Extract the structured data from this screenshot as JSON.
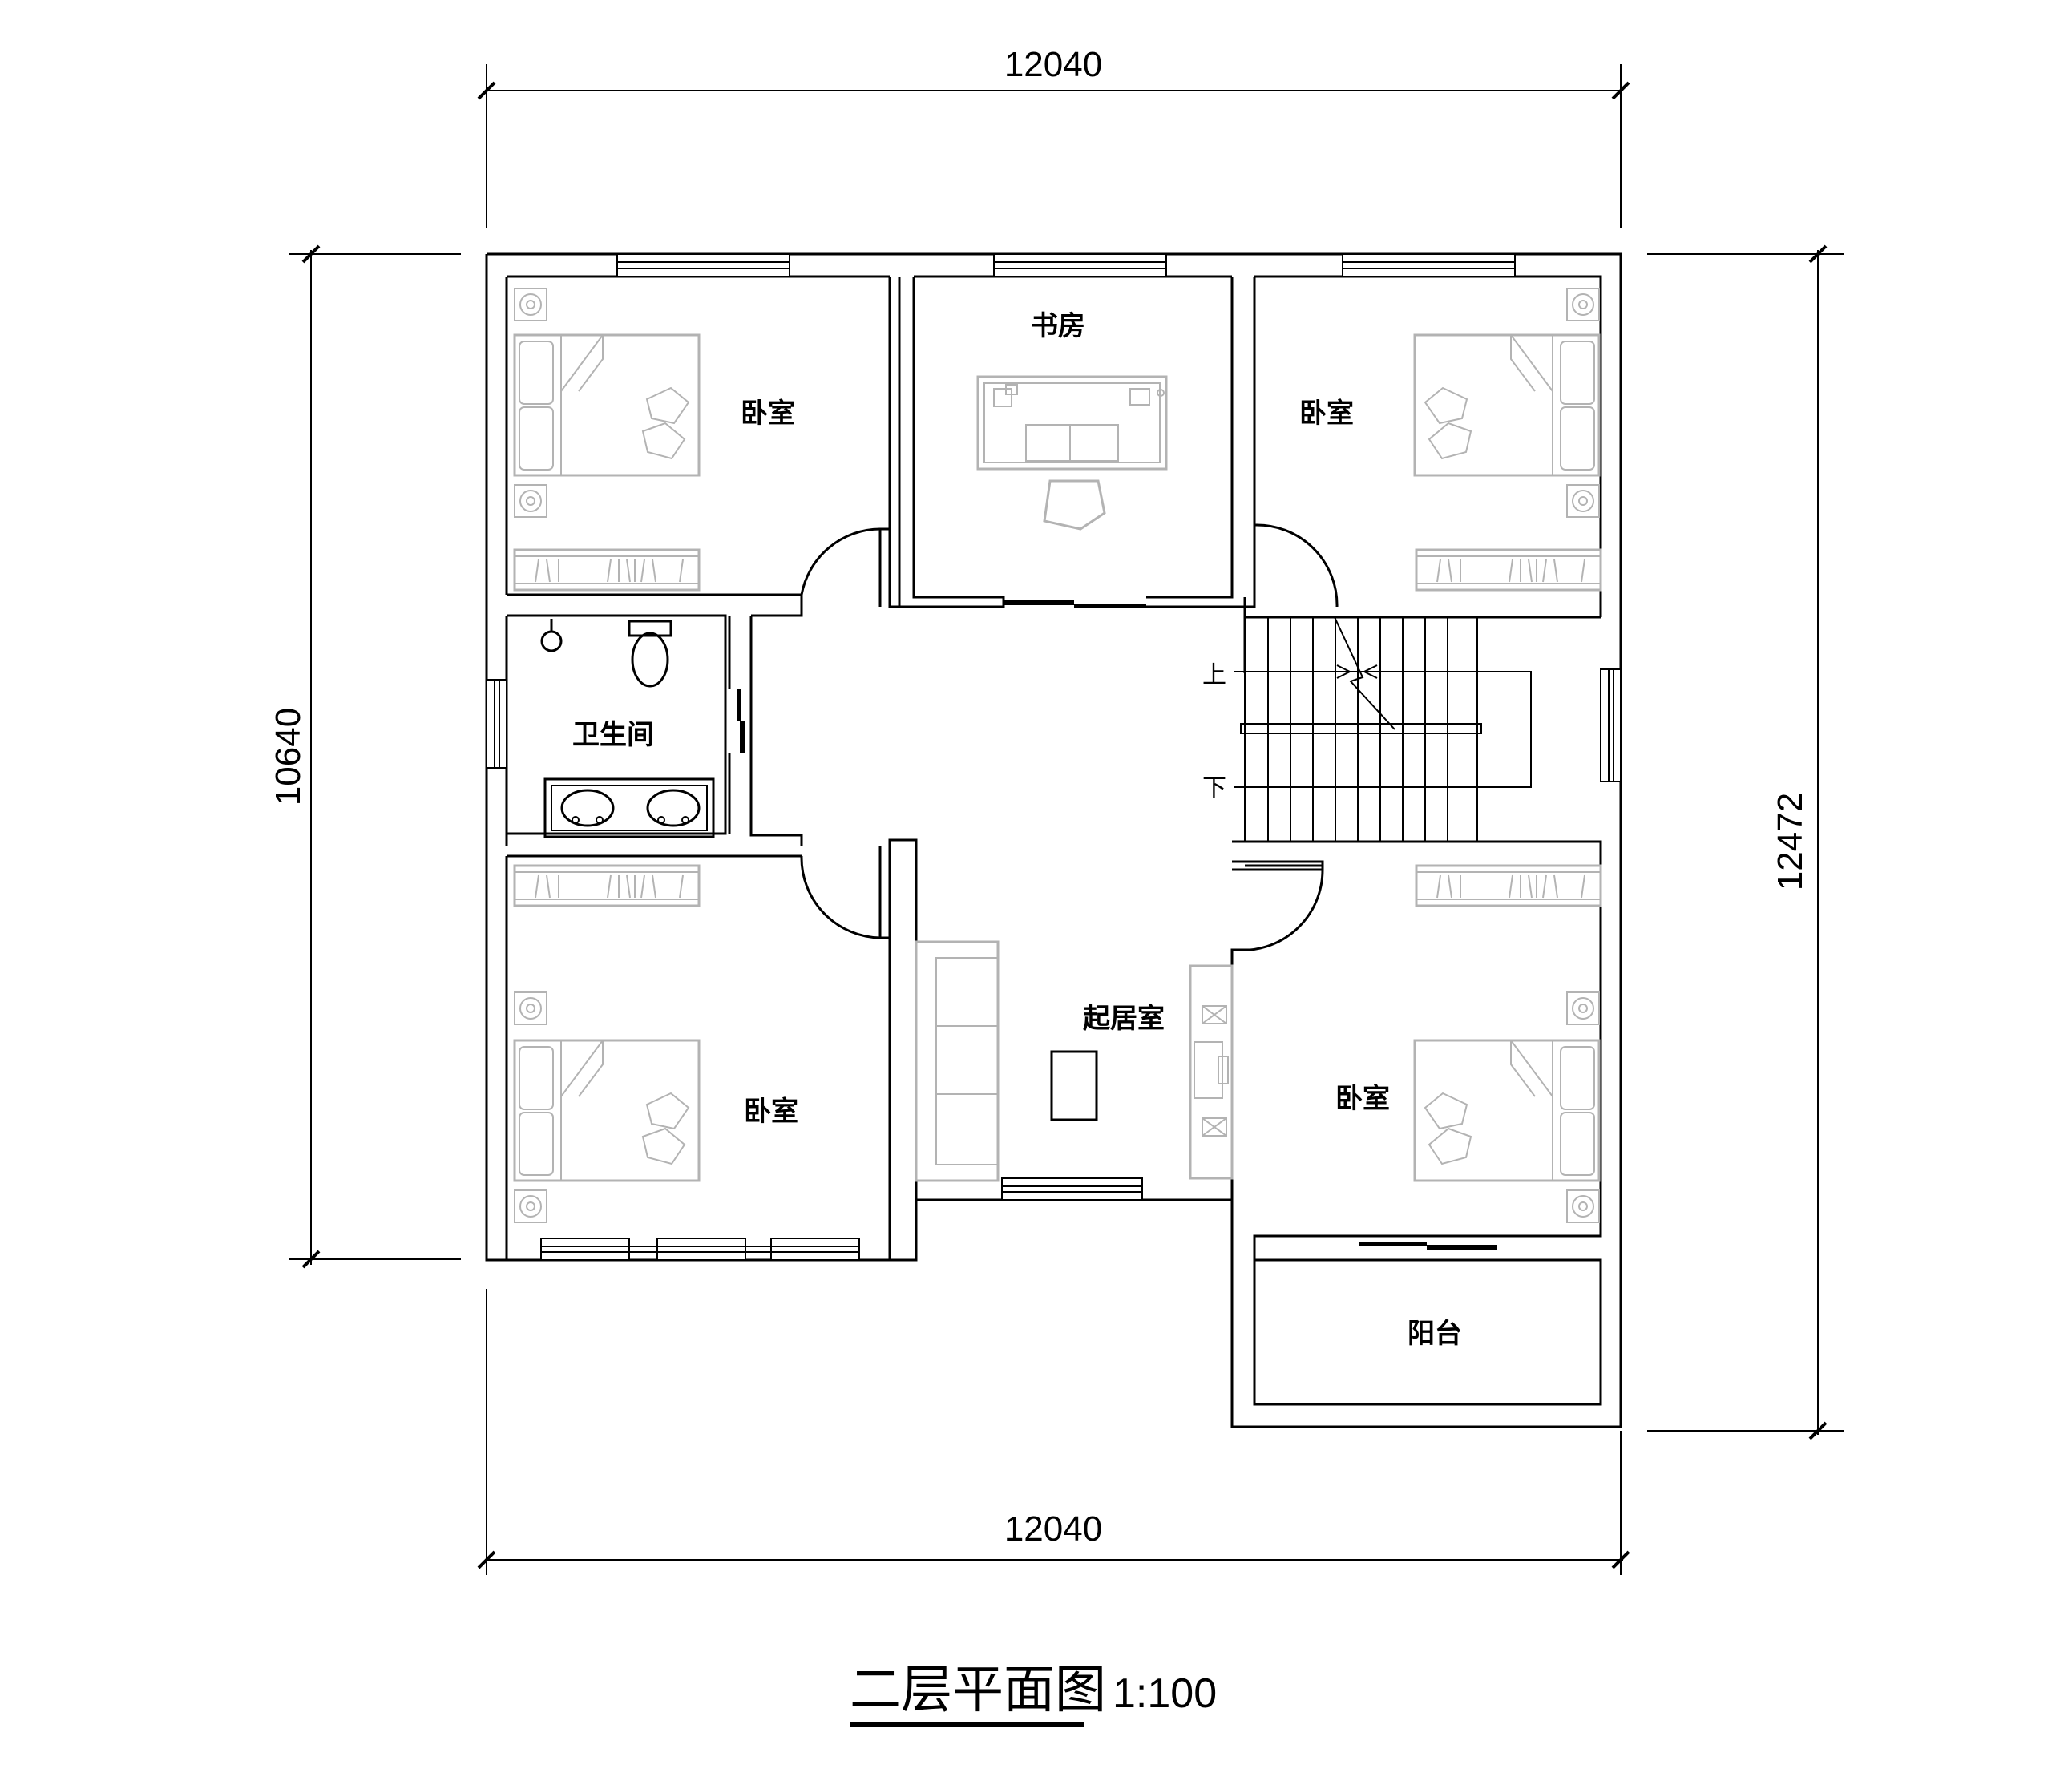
{
  "dimensions": {
    "top_width": "12040",
    "bottom_width": "12040",
    "left_height": "10640",
    "right_height": "12472"
  },
  "rooms": {
    "bedroom_top_left": "卧室",
    "study": "书房",
    "bedroom_top_right": "卧室",
    "bathroom": "卫生间",
    "bedroom_bottom_left": "卧室",
    "living_room": "起居室",
    "bedroom_bottom_right": "卧室",
    "balcony": "阳台"
  },
  "stairs": {
    "up_label": "上",
    "down_label": "下"
  },
  "title": {
    "name": "二层平面图",
    "scale": "1:100"
  }
}
